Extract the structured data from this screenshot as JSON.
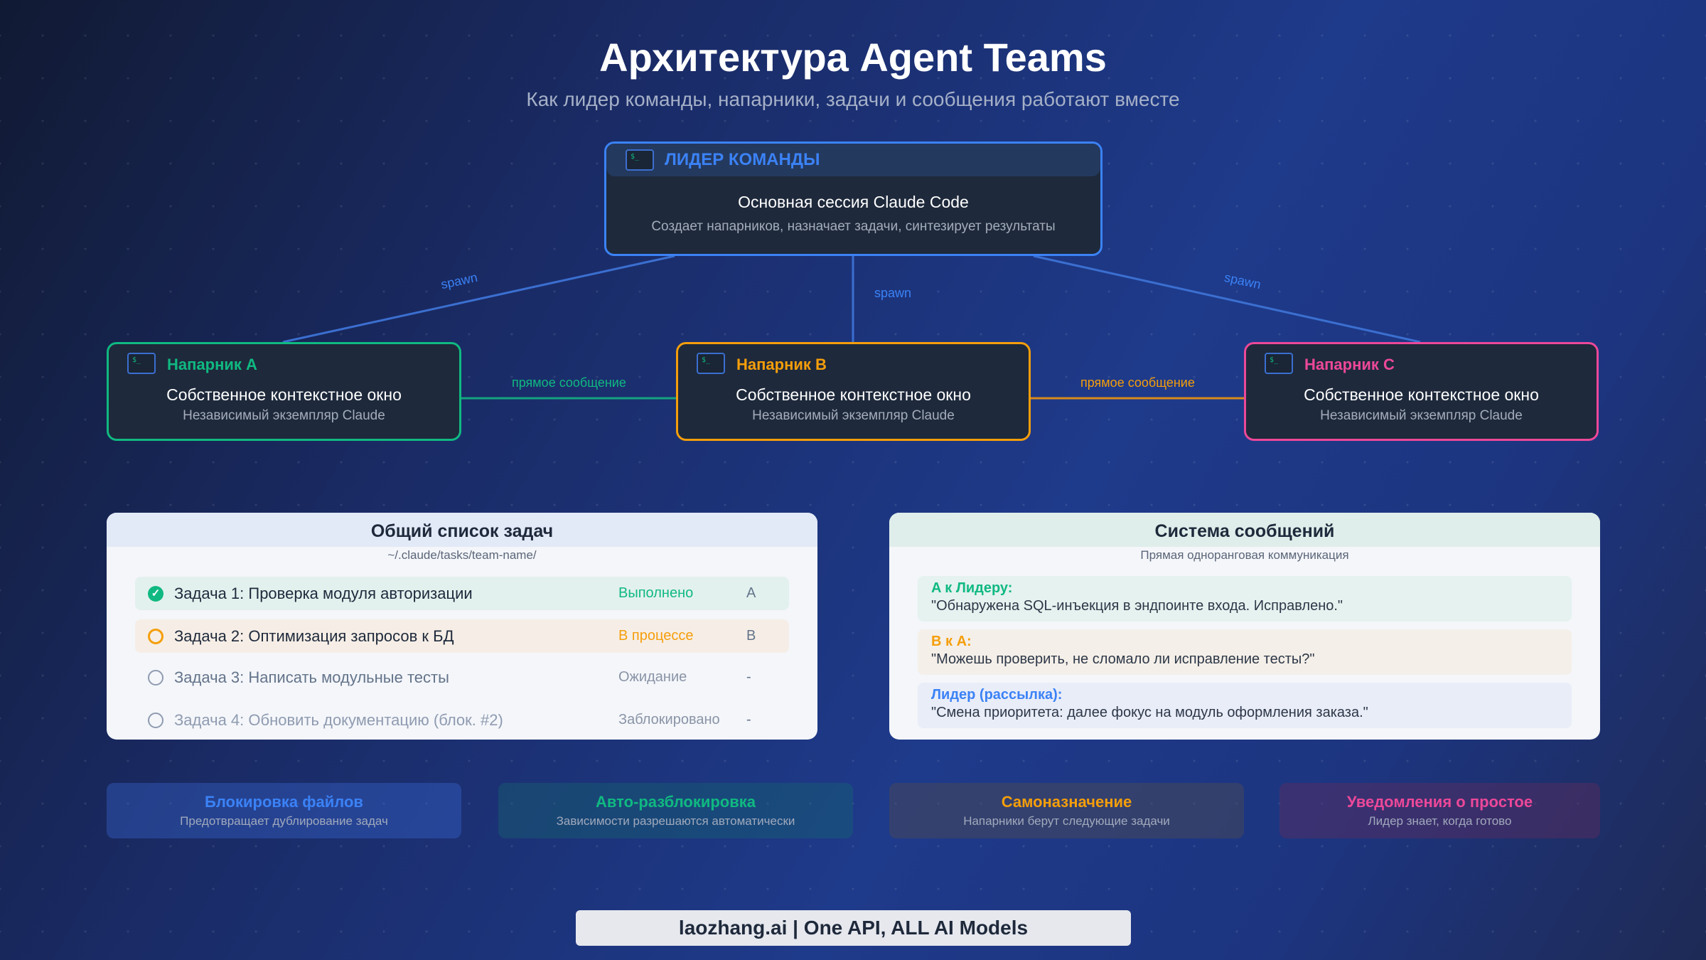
{
  "header": {
    "title": "Архитектура Agent Teams",
    "subtitle": "Как лидер команды, напарники, задачи и сообщения работают вместе"
  },
  "leader": {
    "label": "ЛИДЕР КОМАНДЫ",
    "icon": "terminal-icon",
    "icon_text": "$_",
    "main": "Основная сессия Claude Code",
    "sub": "Создает напарников, назначает задачи, синтезирует результаты"
  },
  "connections": {
    "spawn": "spawn",
    "direct": "прямое сообщение"
  },
  "teammates": [
    {
      "name": "Напарник A",
      "main": "Собственное контекстное окно",
      "sub": "Независимый экземпляр Claude",
      "color": "#10b981"
    },
    {
      "name": "Напарник B",
      "main": "Собственное контекстное окно",
      "sub": "Независимый экземпляр Claude",
      "color": "#f59e0b"
    },
    {
      "name": "Напарник C",
      "main": "Собственное контекстное окно",
      "sub": "Независимый экземпляр Claude",
      "color": "#ec4899"
    }
  ],
  "tasks": {
    "title": "Общий список задач",
    "path": "~/.claude/tasks/team-name/",
    "items": [
      {
        "text": "Задача 1: Проверка модуля авторизации",
        "status": "Выполнено",
        "assignee": "A",
        "state": "done"
      },
      {
        "text": "Задача 2: Оптимизация запросов к БД",
        "status": "В процессе",
        "assignee": "B",
        "state": "in-progress"
      },
      {
        "text": "Задача 3: Написать модульные тесты",
        "status": "Ожидание",
        "assignee": "-",
        "state": "pending"
      },
      {
        "text": "Задача 4: Обновить документацию (блок. #2)",
        "status": "Заблокировано",
        "assignee": "-",
        "state": "blocked"
      }
    ]
  },
  "messages": {
    "title": "Система сообщений",
    "subtitle": "Прямая одноранговая коммуникация",
    "items": [
      {
        "from": "A к Лидеру:",
        "text": "\"Обнаружена SQL-инъекция в эндпоинте входа. Исправлено.\""
      },
      {
        "from": "B к A:",
        "text": "\"Можешь проверить, не сломало ли исправление тесты?\""
      },
      {
        "from": "Лидер (рассылка):",
        "text": "\"Смена приоритета: далее фокус на модуль оформления заказа.\""
      }
    ]
  },
  "features": [
    {
      "title": "Блокировка файлов",
      "sub": "Предотвращает дублирование задач",
      "color": "#3b82f6"
    },
    {
      "title": "Авто-разблокировка",
      "sub": "Зависимости разрешаются автоматически",
      "color": "#10b981"
    },
    {
      "title": "Самоназначение",
      "sub": "Напарники берут следующие задачи",
      "color": "#f59e0b"
    },
    {
      "title": "Уведомления о простое",
      "sub": "Лидер знает, когда готово",
      "color": "#ec4899"
    }
  ],
  "footer": "laozhang.ai | One API, ALL AI Models"
}
